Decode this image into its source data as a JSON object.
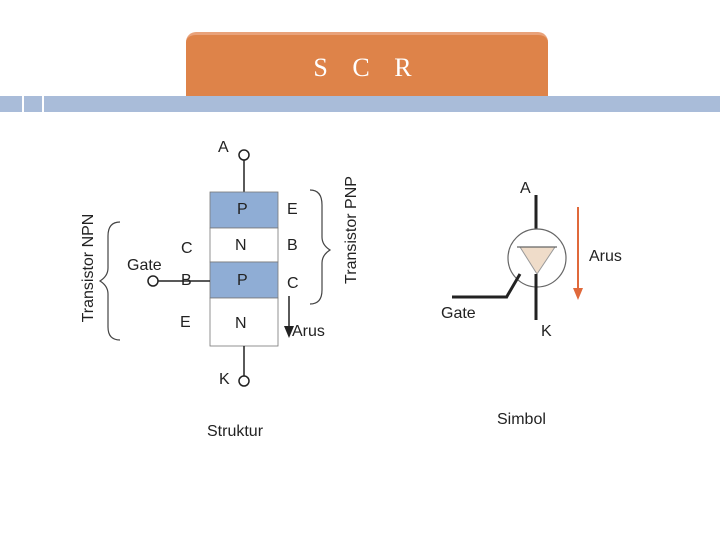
{
  "title": "S C R",
  "structure": {
    "anode_label": "A",
    "cathode_label": "K",
    "gate_label": "Gate",
    "layers": [
      "P",
      "N",
      "P",
      "N"
    ],
    "npn_terminals": [
      "C",
      "B",
      "E"
    ],
    "pnp_terminals": [
      "E",
      "B",
      "C"
    ],
    "npn_label": "Transistor NPN",
    "pnp_label": "Transistor PNP",
    "current_label": "Arus",
    "caption": "Struktur"
  },
  "symbol": {
    "anode_label": "A",
    "cathode_label": "K",
    "gate_label": "Gate",
    "current_label": "Arus",
    "caption": "Simbol"
  },
  "colors": {
    "title_bg": "#de8349",
    "bar": "#a9bcd9",
    "layer_fill": "#8fadd5",
    "diode_fill": "#efdcc9",
    "arrow": "#e0693b"
  }
}
